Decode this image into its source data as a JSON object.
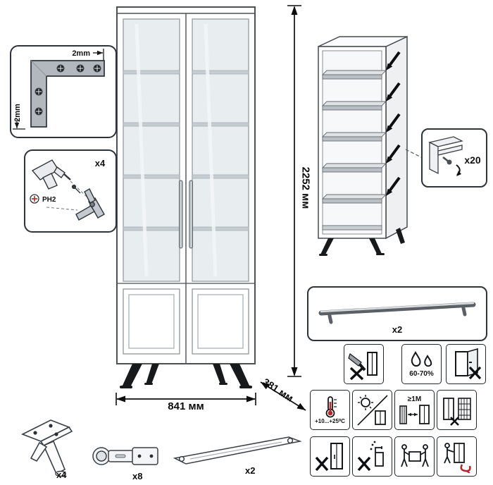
{
  "diagram": {
    "dimensions": {
      "height": "2252 мм",
      "width": "841 мм",
      "depth": "381 мм"
    },
    "bracket_detail": {
      "dim_top": "2mm",
      "dim_side": "2mm"
    },
    "tools_detail": {
      "count": "x4",
      "bit_label": "PH2"
    },
    "shelf_pin_detail": {
      "count": "x20"
    },
    "handle_detail": {
      "count": "x2"
    },
    "hardware": {
      "legs_count": "x4",
      "hinges_count": "x8",
      "braces_count": "x2"
    },
    "care_labels": {
      "humidity": "60-70%",
      "temperature": "+10...+25⁰C",
      "distance": "≥1M"
    },
    "colors": {
      "outline": "#3a4045",
      "accent_red": "#b3282d",
      "glass": "#e8edf0",
      "shelf": "#c6cdd2"
    }
  }
}
